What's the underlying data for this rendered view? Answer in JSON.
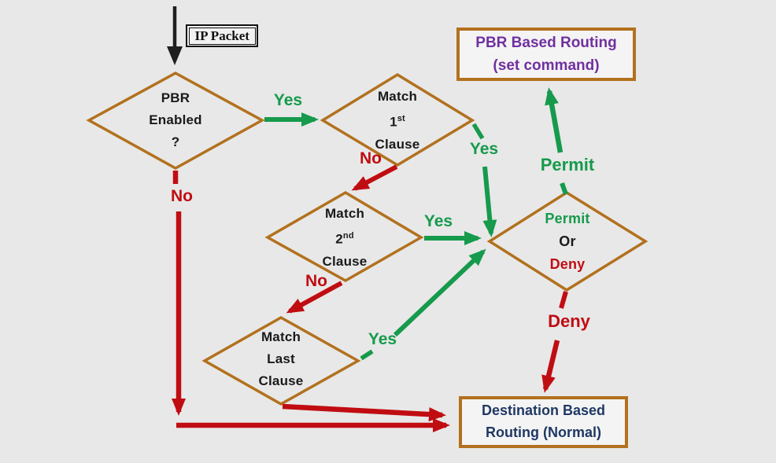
{
  "title": "PBR packet-flow decision flowchart",
  "colors": {
    "background": "#e8e8e8",
    "node_border": "#b2711e",
    "green": "#169a4c",
    "red": "#c00d12",
    "black": "#1a1a1a",
    "purple": "#7030a0",
    "navy": "#1f3864"
  },
  "nodes": {
    "ip_packet": {
      "label": "IP Packet"
    },
    "pbr_enabled": {
      "line1": "PBR",
      "line2": "Enabled",
      "line3": "?"
    },
    "match_first": {
      "line1": "Match",
      "ordinal": "1",
      "ordinal_suffix": "st",
      "line3": "Clause"
    },
    "match_second": {
      "line1": "Match",
      "ordinal": "2",
      "ordinal_suffix": "nd",
      "line3": "Clause"
    },
    "match_last": {
      "line1": "Match",
      "line2": "Last",
      "line3": "Clause"
    },
    "permit_or_deny": {
      "line1": "Permit",
      "line2": "Or",
      "line3": "Deny"
    },
    "pbr_routing": {
      "line1": "PBR Based Routing",
      "line2": "(set command)"
    },
    "destination_routing": {
      "line1": "Destination Based",
      "line2": "Routing (Normal)"
    }
  },
  "edges": {
    "pbr_enabled_yes": "Yes",
    "pbr_enabled_no": "No",
    "match_first_yes": "Yes",
    "match_first_no": "No",
    "match_second_yes": "Yes",
    "match_second_no": "No",
    "match_last_yes": "Yes",
    "permit": "Permit",
    "deny": "Deny"
  }
}
